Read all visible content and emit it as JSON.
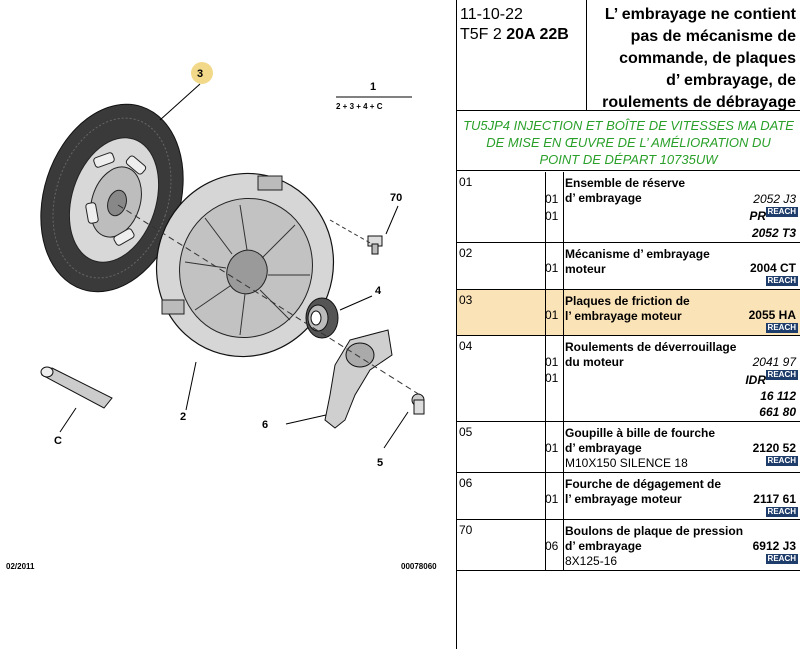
{
  "diagram": {
    "callouts": {
      "c3": "3",
      "c1": "1",
      "c1_sum": "2 + 3 + 4 + C",
      "c70": "70",
      "c4": "4",
      "c2": "2",
      "c6": "6",
      "c5": "5",
      "cC": "C"
    },
    "footer_date": "02/2011",
    "footer_code": "00078060"
  },
  "header": {
    "date": "11-10-22",
    "model_prefix": "T5F 2",
    "model_bold": "20A 22B",
    "notice_l1": "L’  embrayage ne contient",
    "notice_l2": "pas de mécanisme de",
    "notice_l3": "commande, de plaques",
    "notice_l4": "d’  embrayage, de",
    "notice_l5": "roulements de débrayage"
  },
  "note": {
    "l1": "TU5JP4 INJECTION ET BOÎTE DE VITESSES MA DATE",
    "l2": "DE MISE EN ŒUVRE DE L’  AMÉLIORATION DU",
    "l3": "POINT DE DÉPART 10735UW"
  },
  "reach_label": "REACH",
  "rows": [
    {
      "idx": "01",
      "ref1": "2052 J3",
      "ref2": "PR",
      "ref3": "2052 T3",
      "qty1": "01",
      "qty2": "01",
      "desc1": "Ensemble de réserve",
      "desc2": "d’  embrayage"
    },
    {
      "idx": "02",
      "ref": "2004 CT",
      "qty": "01",
      "desc1": "Mécanisme d’  embrayage",
      "desc2": "moteur"
    },
    {
      "idx": "03",
      "ref": "2055 HA",
      "qty": "01",
      "desc1": "Plaques de friction de",
      "desc2": "l’  embrayage moteur"
    },
    {
      "idx": "04",
      "ref1": "2041 97",
      "ref2": "IDR",
      "ref3": "16 112",
      "ref4": "661 80",
      "qty1": "01",
      "qty2": "01",
      "desc1": "Roulements de déverrouillage",
      "desc2": "du moteur"
    },
    {
      "idx": "05",
      "ref": "2120 52",
      "qty": "01",
      "desc1": "Goupille à bille de fourche",
      "desc2": "d’  embrayage",
      "spec": "M10X150 SILENCE 18"
    },
    {
      "idx": "06",
      "ref": "2117 61",
      "qty": "01",
      "desc1": "Fourche de dégagement de",
      "desc2": "l’  embrayage moteur"
    },
    {
      "idx": "70",
      "ref": "6912 J3",
      "qty": "06",
      "desc1": "Boulons de plaque de pression",
      "desc2": "d’  embrayage",
      "spec": "8X125-16"
    }
  ]
}
